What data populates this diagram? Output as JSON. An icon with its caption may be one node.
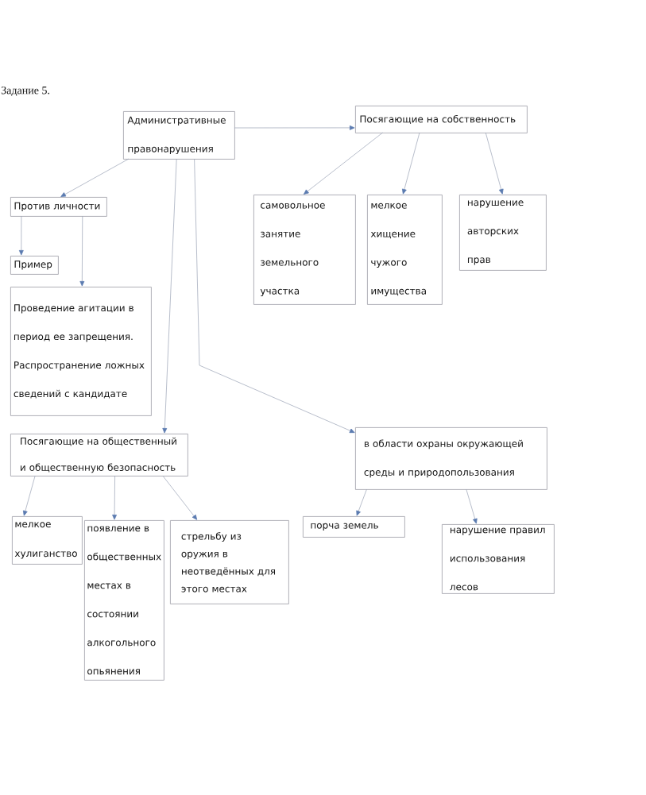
{
  "diagram": {
    "title": "Задание 5.",
    "nodes": [
      {
        "text": [
          "Административные правонарушения"
        ]
      },
      {
        "text": [
          "Посягающие на собственность"
        ]
      },
      {
        "text": [
          "самовольное занятие земельного участка"
        ]
      },
      {
        "text": [
          "мелкое хищение чужого имущества"
        ]
      },
      {
        "text": [
          "нарушение авторских прав"
        ]
      },
      {
        "text": [
          "Против личности"
        ]
      },
      {
        "text": [
          "Пример"
        ]
      },
      {
        "text": [
          "Проведение агитации в период ее запрещения.",
          "Распространение ложных сведений с кандидате"
        ]
      },
      {
        "text": [
          "Посягающие на общественный и общественную безопасность"
        ]
      },
      {
        "text": [
          "в области охраны окружающей среды и природопользования"
        ]
      },
      {
        "text": [
          "мелкое хулиганство"
        ]
      },
      {
        "text": [
          "появление в общественных местах в состоянии алкогольного опьянения"
        ]
      },
      {
        "text": [
          "стрельбу из оружия в неотведённых для этого местах"
        ]
      },
      {
        "text": [
          "порча земель"
        ]
      },
      {
        "text": [
          "нарушение правил использования лесов"
        ]
      }
    ],
    "edges": [
      {
        "from": 0,
        "to": 1,
        "arrow": "to"
      },
      {
        "from": 0,
        "to": 5,
        "arrow": "to"
      },
      {
        "from": 0,
        "to": 8,
        "arrow": "to"
      },
      {
        "from": 0,
        "to": 9,
        "arrow": "to"
      },
      {
        "from": 1,
        "to": 2,
        "arrow": "to"
      },
      {
        "from": 1,
        "to": 3,
        "arrow": "to"
      },
      {
        "from": 1,
        "to": 4,
        "arrow": "to"
      },
      {
        "from": 5,
        "to": 6,
        "arrow": "to"
      },
      {
        "from": 5,
        "to": 7,
        "arrow": "to"
      },
      {
        "from": 8,
        "to": 10,
        "arrow": "to"
      },
      {
        "from": 8,
        "to": 11,
        "arrow": "to"
      },
      {
        "from": 8,
        "to": 12,
        "arrow": "to"
      },
      {
        "from": 9,
        "to": 13,
        "arrow": "to"
      },
      {
        "from": 9,
        "to": 14,
        "arrow": "to"
      }
    ]
  }
}
